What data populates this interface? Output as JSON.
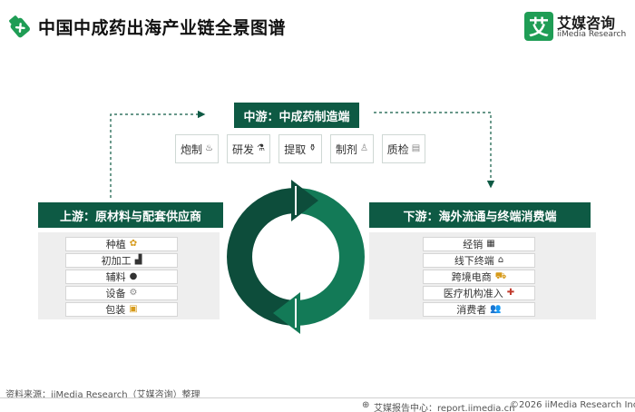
{
  "header": {
    "title": "中国中成药出海产业链全景图谱",
    "brand_name": "艾媒咨询",
    "brand_sub": "iiMedia Research",
    "brand_logo_char": "艾"
  },
  "midstream": {
    "title": "中游：中成药制造端",
    "items": [
      {
        "label": "炮制",
        "icon": "cauldron-icon"
      },
      {
        "label": "研发",
        "icon": "flask-icon"
      },
      {
        "label": "提取",
        "icon": "lab-glass-icon"
      },
      {
        "label": "制剂",
        "icon": "dropper-icon"
      },
      {
        "label": "质检",
        "icon": "inspection-report-icon"
      }
    ]
  },
  "upstream": {
    "title": "上游：原材料与配套供应商",
    "items": [
      {
        "label": "种植",
        "icon": "sprout-icon"
      },
      {
        "label": "初加工",
        "icon": "factory-icon"
      },
      {
        "label": "辅料",
        "icon": "powder-icon"
      },
      {
        "label": "设备",
        "icon": "gear-icon"
      },
      {
        "label": "包装",
        "icon": "box-icon"
      }
    ]
  },
  "downstream": {
    "title": "下游：海外流通与终端消费端",
    "items": [
      {
        "label": "经销",
        "icon": "briefcase-icon"
      },
      {
        "label": "线下终端",
        "icon": "store-icon"
      },
      {
        "label": "跨境电商",
        "icon": "shopping-cart-icon"
      },
      {
        "label": "医疗机构准入",
        "icon": "hospital-icon"
      },
      {
        "label": "消费者",
        "icon": "people-icon"
      }
    ]
  },
  "colors": {
    "primary_dark": "#0e5a44",
    "primary": "#0f6e51",
    "panel_bg": "#eeeeee",
    "brand_green": "#1f9d55"
  },
  "footer": {
    "source": "资料来源：iiMedia Research（艾媒咨询）整理",
    "site": "艾媒报告中心：report.iimedia.cn",
    "copyright": "©2026  iiMedia Research  Inc"
  }
}
